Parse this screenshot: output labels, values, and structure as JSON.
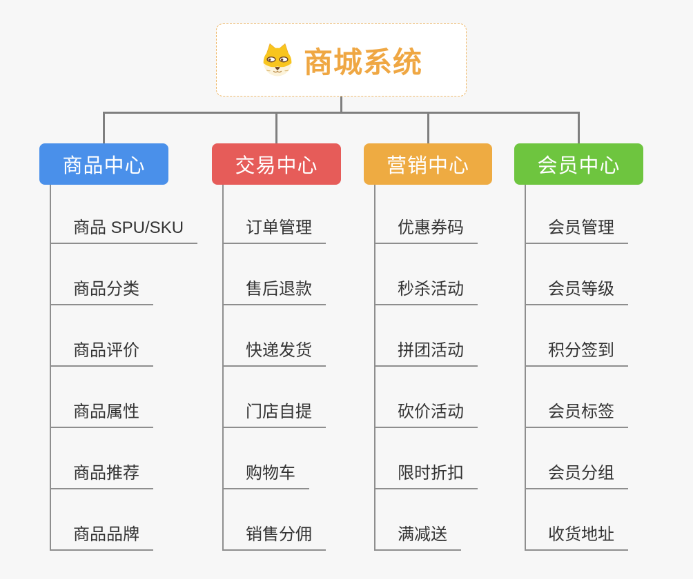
{
  "page": {
    "background_color": "#f7f7f7",
    "connector_color": "#7f7f7f",
    "leaf_line_color": "#8e8e8e"
  },
  "root": {
    "title": "商城系统",
    "icon": "dog-face-icon",
    "title_color": "#efa743",
    "border_color": "#efb96a"
  },
  "branches": [
    {
      "label": "商品中心",
      "color": "#4a90ea",
      "children": [
        "商品 SPU/SKU",
        "商品分类",
        "商品评价",
        "商品属性",
        "商品推荐",
        "商品品牌"
      ]
    },
    {
      "label": "交易中心",
      "color": "#e65c59",
      "children": [
        "订单管理",
        "售后退款",
        "快递发货",
        "门店自提",
        "购物车",
        "销售分佣"
      ]
    },
    {
      "label": "营销中心",
      "color": "#eeab42",
      "children": [
        "优惠券码",
        "秒杀活动",
        "拼团活动",
        "砍价活动",
        "限时折扣",
        "满减送"
      ]
    },
    {
      "label": "会员中心",
      "color": "#6ec53f",
      "children": [
        "会员管理",
        "会员等级",
        "积分签到",
        "会员标签",
        "会员分组",
        "收货地址"
      ]
    }
  ]
}
